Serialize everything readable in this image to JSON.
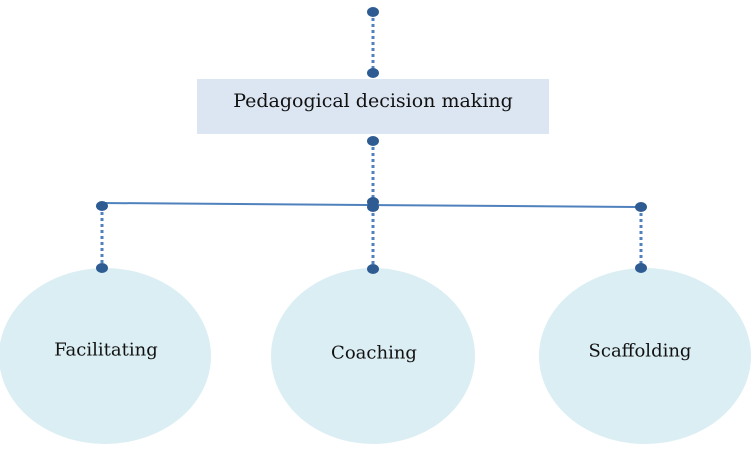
{
  "root": {
    "label": "Pedagogical decision making"
  },
  "children": [
    {
      "label": "Facilitating"
    },
    {
      "label": "Coaching"
    },
    {
      "label": "Scaffolding"
    }
  ],
  "colors": {
    "box": "#dce6f2",
    "ellipse": "#daeef3",
    "connector": "#4f81bd",
    "dot": "#2e5c92"
  }
}
